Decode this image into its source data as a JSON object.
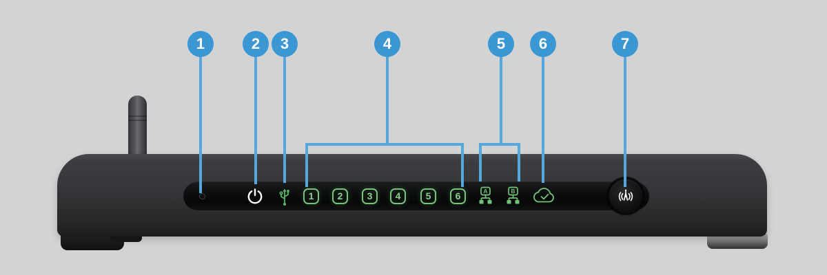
{
  "figure": {
    "background_color": "#d2d3d3",
    "callout_color": "#3b97d3",
    "led_green": "#76c57a",
    "icon_white": "#ffffff"
  },
  "callouts": [
    {
      "number": "1",
      "target": "power-led"
    },
    {
      "number": "2",
      "target": "power-button"
    },
    {
      "number": "3",
      "target": "usb-led"
    },
    {
      "number": "4",
      "target": "port-leds-1-6"
    },
    {
      "number": "5",
      "target": "lan-group-leds-a-b"
    },
    {
      "number": "6",
      "target": "cloud-status-led"
    },
    {
      "number": "7",
      "target": "wifi-on-off-button"
    }
  ],
  "panel": {
    "port_leds": [
      "1",
      "2",
      "3",
      "4",
      "5",
      "6"
    ],
    "lan_groups": [
      "A",
      "B"
    ]
  }
}
